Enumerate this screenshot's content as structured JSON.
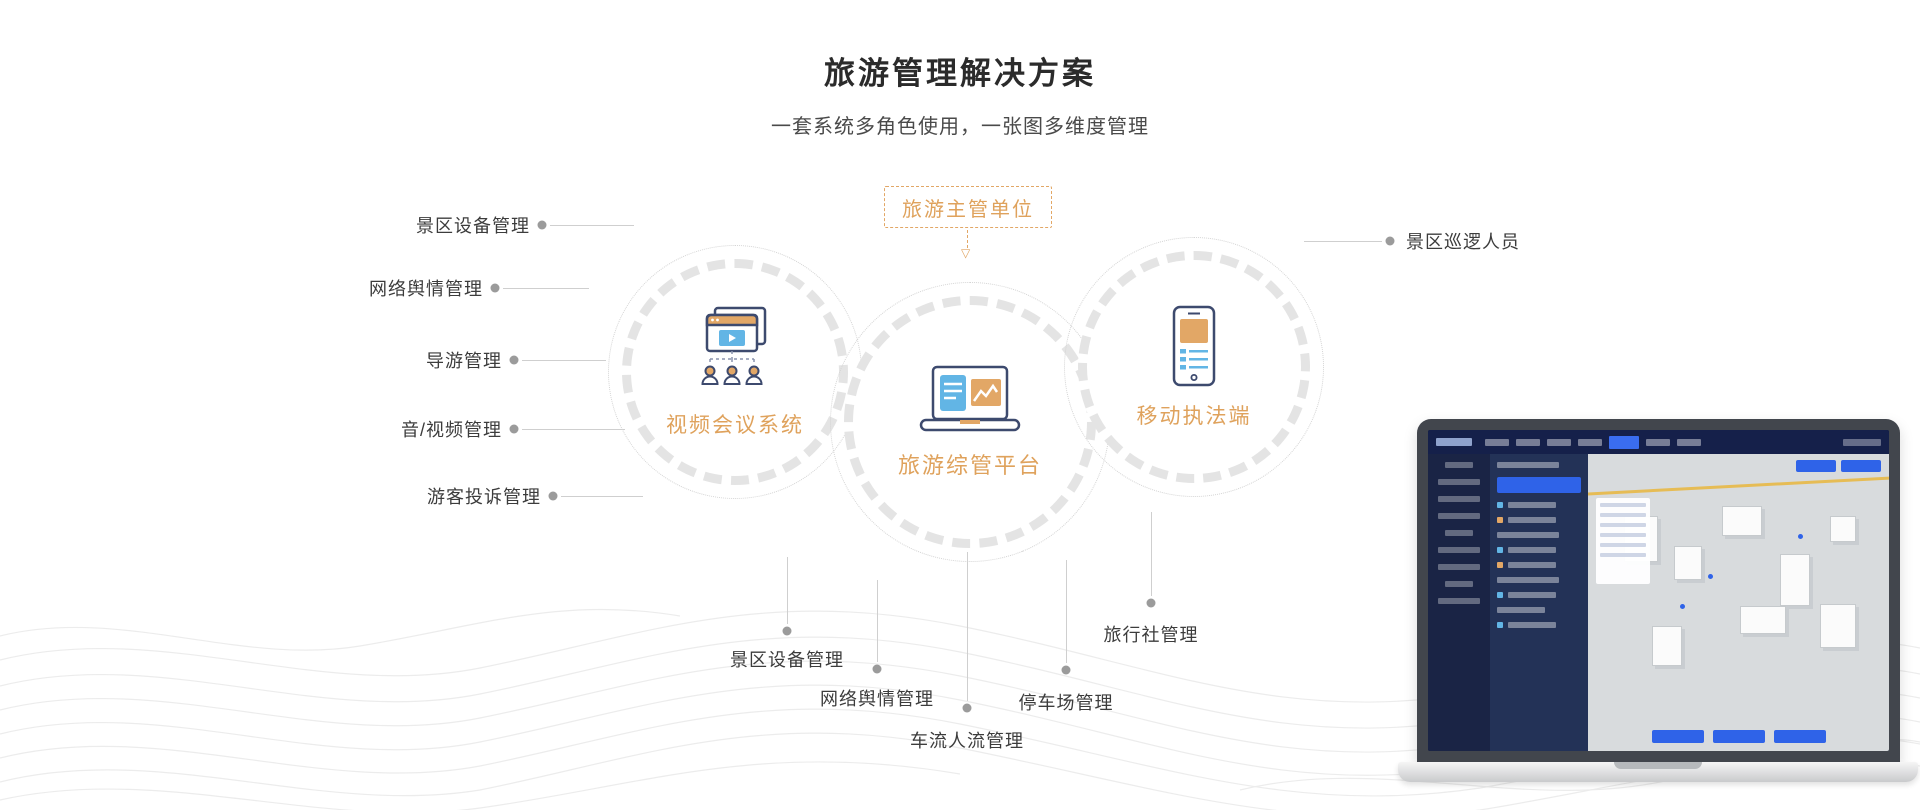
{
  "page": {
    "title": "旅游管理解决方案",
    "subtitle": "一套系统多角色使用，一张图多维度管理"
  },
  "diagram": {
    "authority_box": "旅游主管单位",
    "arrow_glyph": "▽",
    "nodes": [
      {
        "label": "视频会议系统",
        "icon": "video-conference-icon"
      },
      {
        "label": "旅游综管平台",
        "icon": "platform-laptop-icon"
      },
      {
        "label": "移动执法端",
        "icon": "mobile-enforcement-icon"
      }
    ],
    "left_labels": [
      "景区设备管理",
      "网络舆情管理",
      "导游管理",
      "音/视频管理",
      "游客投诉管理"
    ],
    "right_labels": [
      "景区巡逻人员"
    ],
    "bottom_labels": [
      "景区设备管理",
      "网络舆情管理",
      "车流人流管理",
      "停车场管理",
      "旅行社管理"
    ]
  },
  "colors": {
    "accent_orange": "#DFA25C",
    "dashed_border_orange": "#E2A766",
    "connector_gray": "#CFCFCF",
    "dot_gray": "#9B9B9B",
    "icon_navy": "#3D4A6E",
    "icon_blue": "#62B5E5",
    "icon_orange": "#E2A766",
    "dashboard_navy": "#15204A",
    "dashboard_blue": "#2F63E8",
    "map_gray": "#D8DBDD"
  }
}
